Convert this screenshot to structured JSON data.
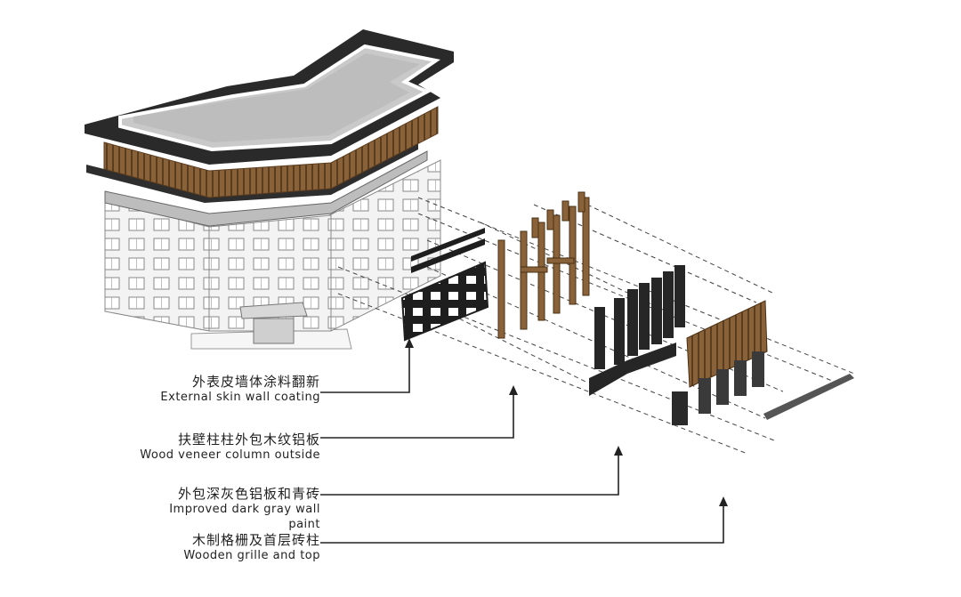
{
  "callouts": [
    {
      "cn": "外表皮墙体涂料翻新",
      "en": "External skin wall coating"
    },
    {
      "cn": "扶壁柱柱外包木纹铝板",
      "en": "Wood veneer column outside"
    },
    {
      "cn": "外包深灰色铝板和青砖",
      "en": "Improved dark gray wall paint"
    },
    {
      "cn": "木制格栅及首层砖柱",
      "en": "Wooden grille and top"
    }
  ],
  "colors": {
    "roof": "#2b2b2b",
    "roof_inner": "#c8c8c8",
    "wood": "#8a6239",
    "wall": "#f2f2f2",
    "dark": "#262626",
    "line": "#222222",
    "dash": "#444444"
  }
}
